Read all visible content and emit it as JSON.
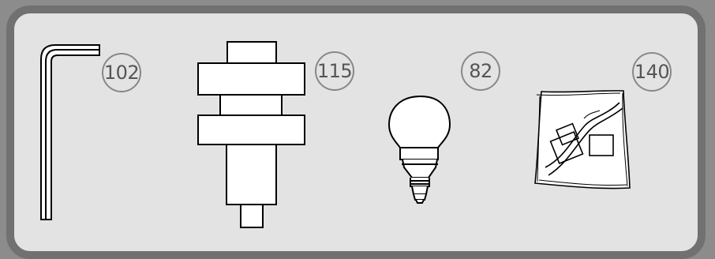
{
  "parts": [
    {
      "number": "102",
      "item_icon": "allen-key-icon"
    },
    {
      "number": "115",
      "item_icon": "shaft-spindle-icon"
    },
    {
      "number": "82",
      "item_icon": "light-bulb-icon"
    },
    {
      "number": "140",
      "item_icon": "sealed-bag-icon"
    }
  ],
  "colors": {
    "background": "#8c8c8c",
    "panel_border": "#717171",
    "panel_fill": "#e3e3e3",
    "label_border": "#888888",
    "label_text": "#555555"
  }
}
